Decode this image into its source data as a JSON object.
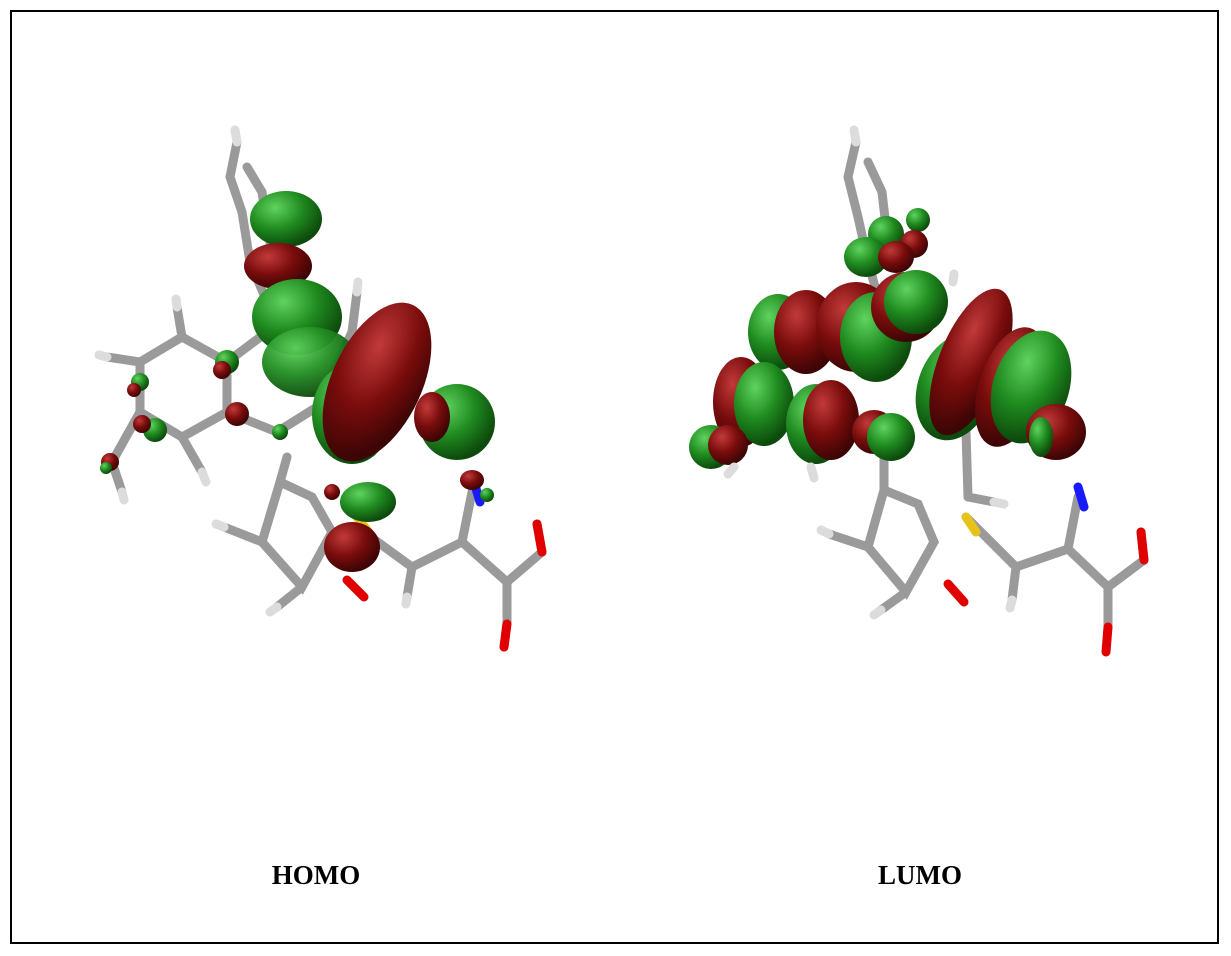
{
  "figure": {
    "panels": [
      {
        "id": "homo",
        "label": "HOMO"
      },
      {
        "id": "lumo",
        "label": "LUMO"
      }
    ],
    "colors": {
      "lobe_positive": "#1f8a1f",
      "lobe_negative": "#7a0c0c",
      "carbon_bond": "#9a9a9a",
      "hydrogen": "#e6e6e6",
      "oxygen": "#e00000",
      "nitrogen": "#1a1aff",
      "sulfur": "#e8c21a",
      "frame": "#000000"
    }
  }
}
